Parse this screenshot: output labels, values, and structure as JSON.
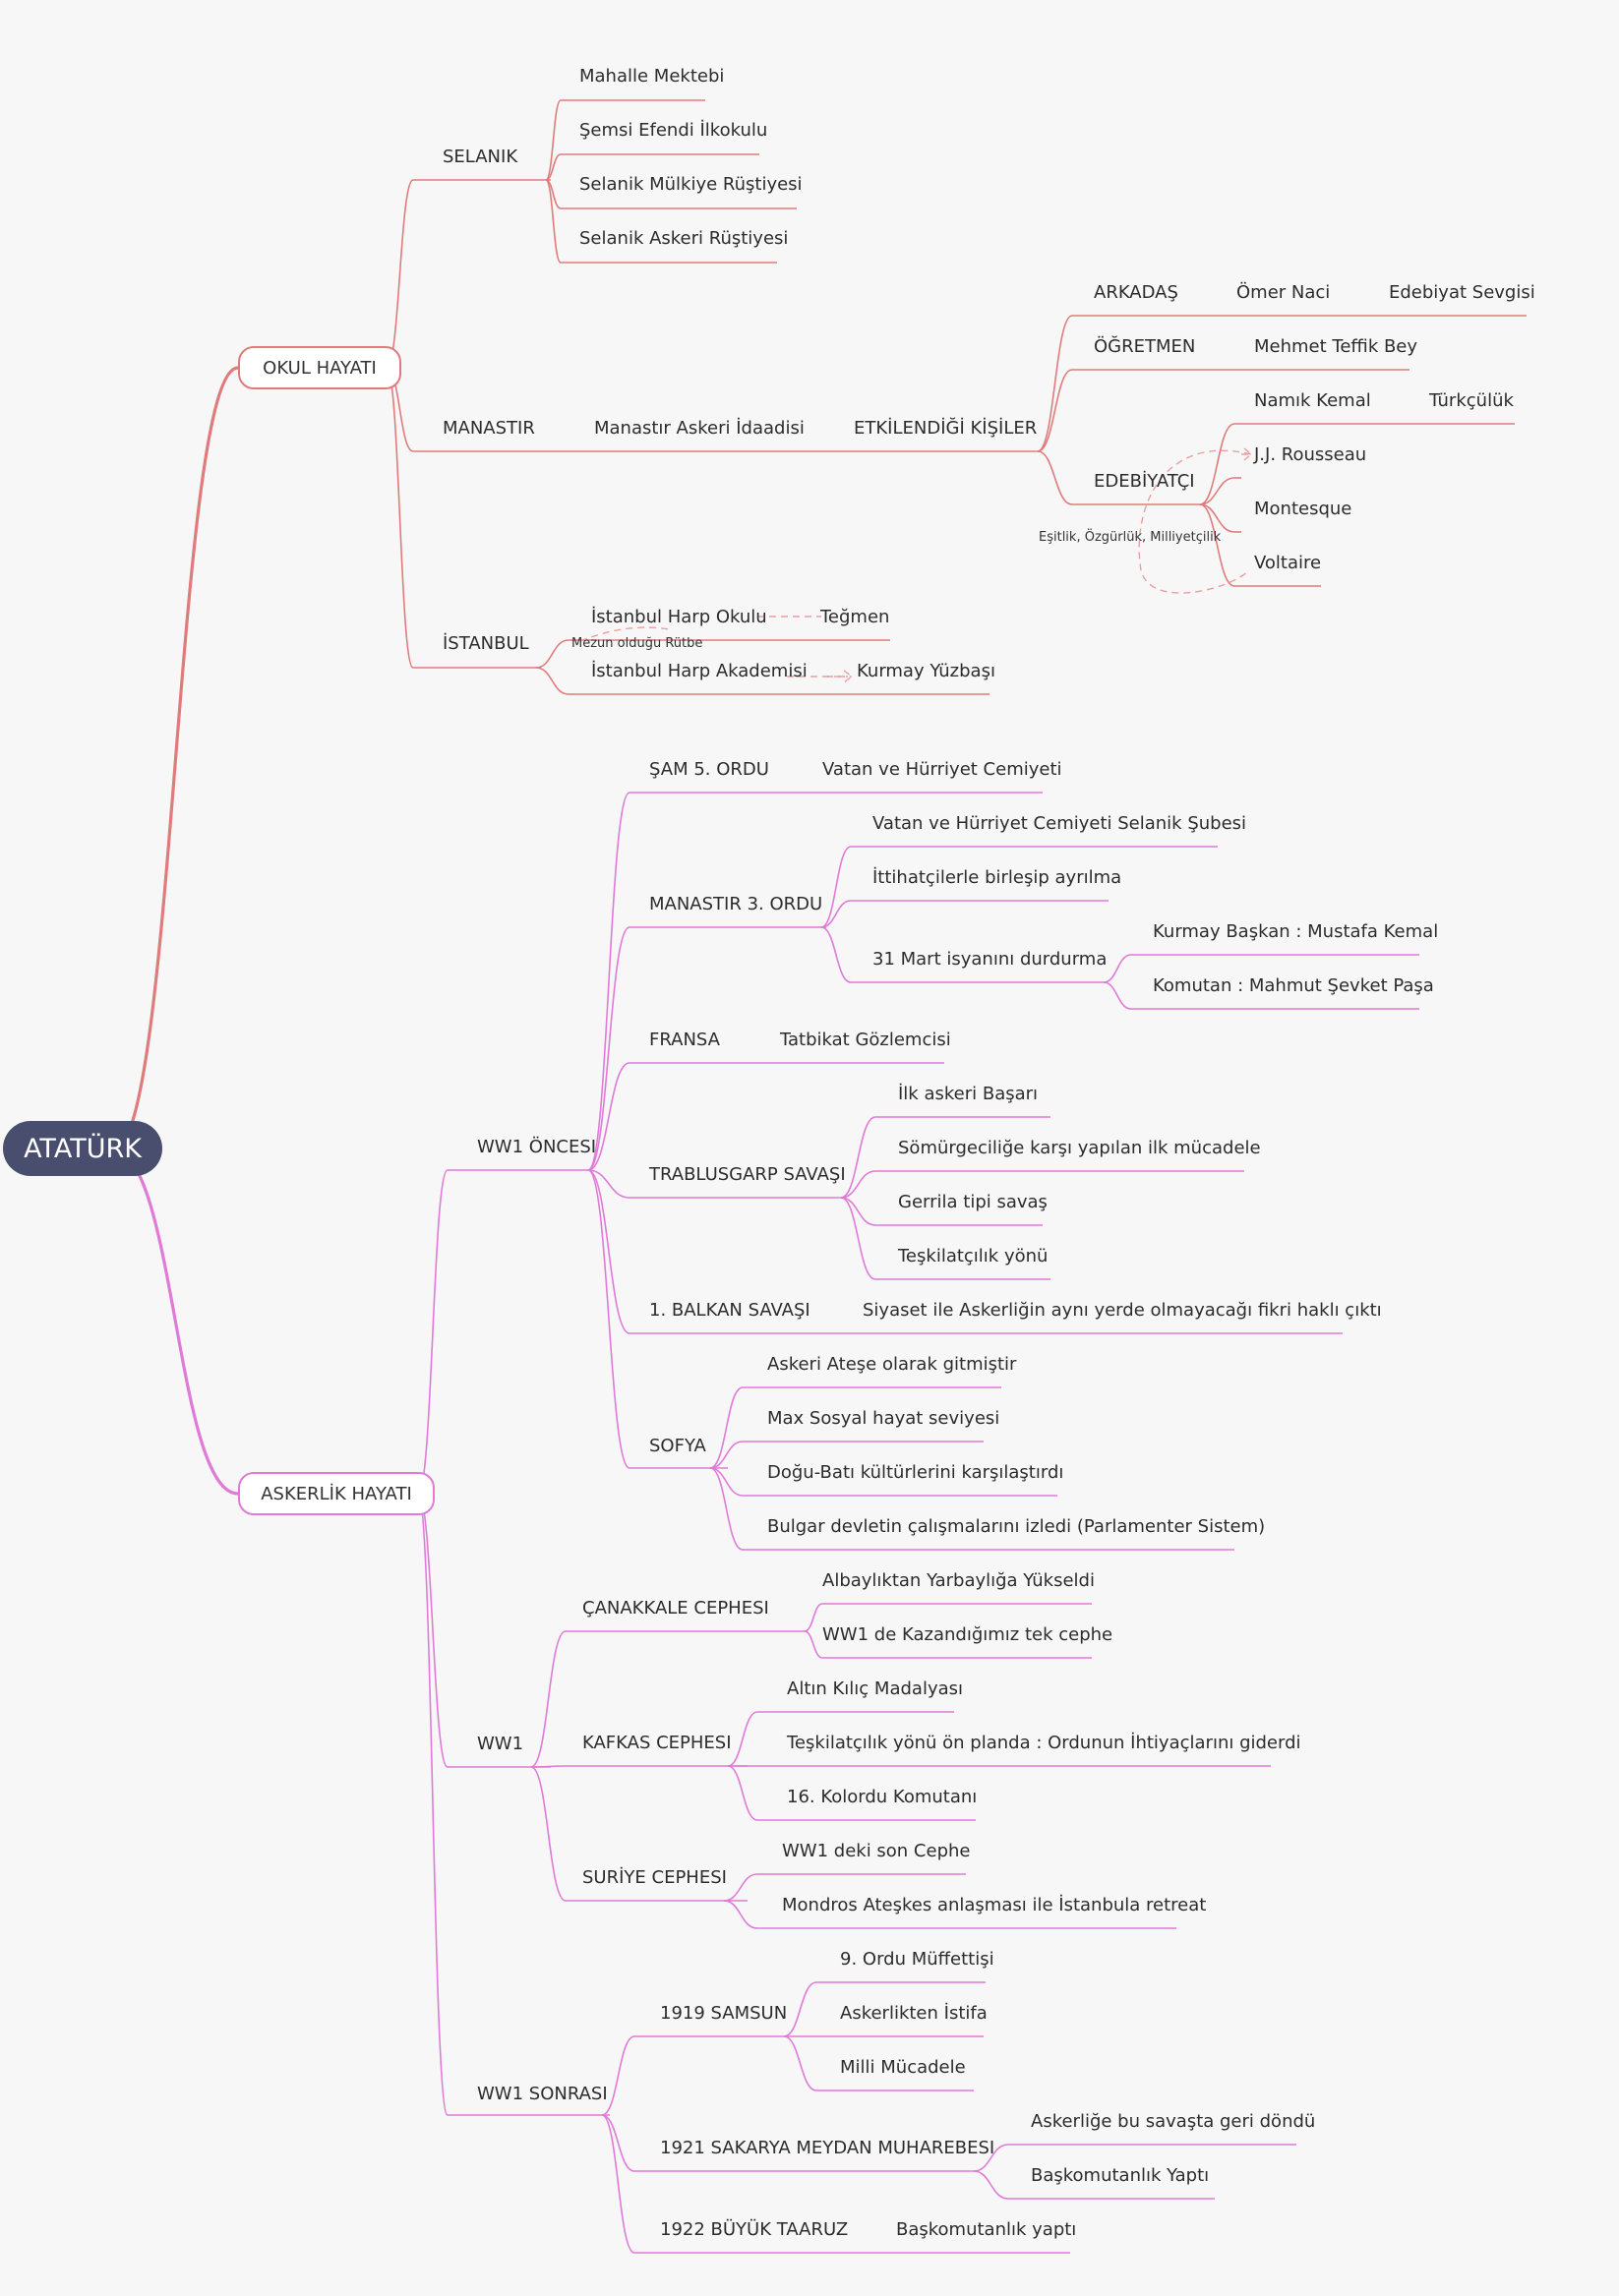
{
  "root": {
    "label": "ATATÜRK"
  },
  "colors": {
    "root": "#4a4e6e",
    "okul": "#e07b7b",
    "asker": "#e07ad8",
    "note_arrow": "#f0a0a0"
  },
  "okul": {
    "label": "OKUL HAYATI",
    "selanik": {
      "label": "SELANIK",
      "items": [
        "Mahalle Mektebi",
        "Şemsi Efendi İlkokulu",
        "Selanik Mülkiye Rüştiyesi",
        "Selanik Askeri Rüştiyesi"
      ]
    },
    "manastir": {
      "label": "MANASTIR",
      "idadi": "Manastır Askeri İdaadisi",
      "etkilendigi": "ETKİLENDİĞİ KİŞİLER",
      "arkadas": "ARKADAŞ",
      "omer": "Ömer Naci",
      "edebiyat_sevgisi": "Edebiyat Sevgisi",
      "ogretmen": "ÖĞRETMEN",
      "mehmet": "Mehmet Teffik Bey",
      "edebiyatci": "EDEBİYATÇI",
      "namik": "Namık Kemal",
      "turkculuk": "Türkçülük",
      "rousseau": "J.J. Rousseau",
      "montesque": "Montesque",
      "voltaire": "Voltaire",
      "esitlik_note": "Eşitlik, Özgürlük, Milliyetçilik"
    },
    "istanbul": {
      "label": "İSTANBUL",
      "harp_okulu": "İstanbul Harp Okulu",
      "tegmen": "Teğmen",
      "mezun_note": "Mezun olduğu Rütbe",
      "harp_akademisi": "İstanbul Harp Akademisi",
      "kurmay_yuzbasi": "Kurmay Yüzbaşı"
    }
  },
  "asker": {
    "label": "ASKERLİK HAYATI",
    "oncesi": {
      "label": "WW1 ÖNCESI",
      "sam": "ŞAM 5. ORDU",
      "vatan": "Vatan ve Hürriyet Cemiyeti",
      "manastir3": "MANASTIR 3. ORDU",
      "vatan_selanik": "Vatan ve Hürriyet Cemiyeti Selanik Şubesi",
      "ittihat": "İttihatçilerle birleşip ayrılma",
      "mart31": "31 Mart isyanını durdurma",
      "kurmay_baskan": "Kurmay Başkan : Mustafa Kemal",
      "komutan": "Komutan : Mahmut Şevket Paşa",
      "fransa": "FRANSA",
      "tatbikat": "Tatbikat Gözlemcisi",
      "trablus": "TRABLUSGARP SAVAŞI",
      "trablus_items": [
        "İlk askeri Başarı",
        "Sömürgeciliğe karşı yapılan ilk mücadele",
        "Gerrila tipi savaş",
        "Teşkilatçılık yönü"
      ],
      "balkan": "1. BALKAN SAVAŞI",
      "siyaset": "Siyaset ile Askerliğin aynı yerde olmayacağı fikri haklı çıktı",
      "sofya": "SOFYA",
      "sofya_items": [
        "Askeri Ateşe olarak gitmiştir",
        "Max Sosyal hayat seviyesi",
        "Doğu-Batı kültürlerini karşılaştırdı",
        "Bulgar devletin çalışmalarını izledi (Parlamenter Sistem)"
      ]
    },
    "ww1": {
      "label": "WW1",
      "canakkale": "ÇANAKKALE CEPHESI",
      "canakkale_items": [
        "Albaylıktan Yarbaylığa Yükseldi",
        "WW1 de Kazandığımız tek cephe"
      ],
      "kafkas": "KAFKAS CEPHESI",
      "kafkas_items": [
        "Altın Kılıç Madalyası",
        "Teşkilatçılık yönü ön planda : Ordunun İhtiyaçlarını giderdi",
        "16. Kolordu Komutanı"
      ],
      "suriye": "SURİYE CEPHESI",
      "suriye_items": [
        "WW1 deki son Cephe",
        "Mondros Ateşkes anlaşması ile İstanbula retreat"
      ]
    },
    "sonrasi": {
      "label": "WW1 SONRASI",
      "samsun": "1919 SAMSUN",
      "samsun_items": [
        "9. Ordu Müffettişi",
        "Askerlikten İstifa",
        "Milli Mücadele"
      ],
      "sakarya": "1921 SAKARYA MEYDAN MUHAREBESI",
      "sakarya_items": [
        "Askerliğe bu savaşta geri döndü",
        "Başkomutanlık Yaptı"
      ],
      "taaruz": "1922 BÜYÜK TAARUZ",
      "taaruz_item": "Başkomutanlık yaptı"
    }
  }
}
